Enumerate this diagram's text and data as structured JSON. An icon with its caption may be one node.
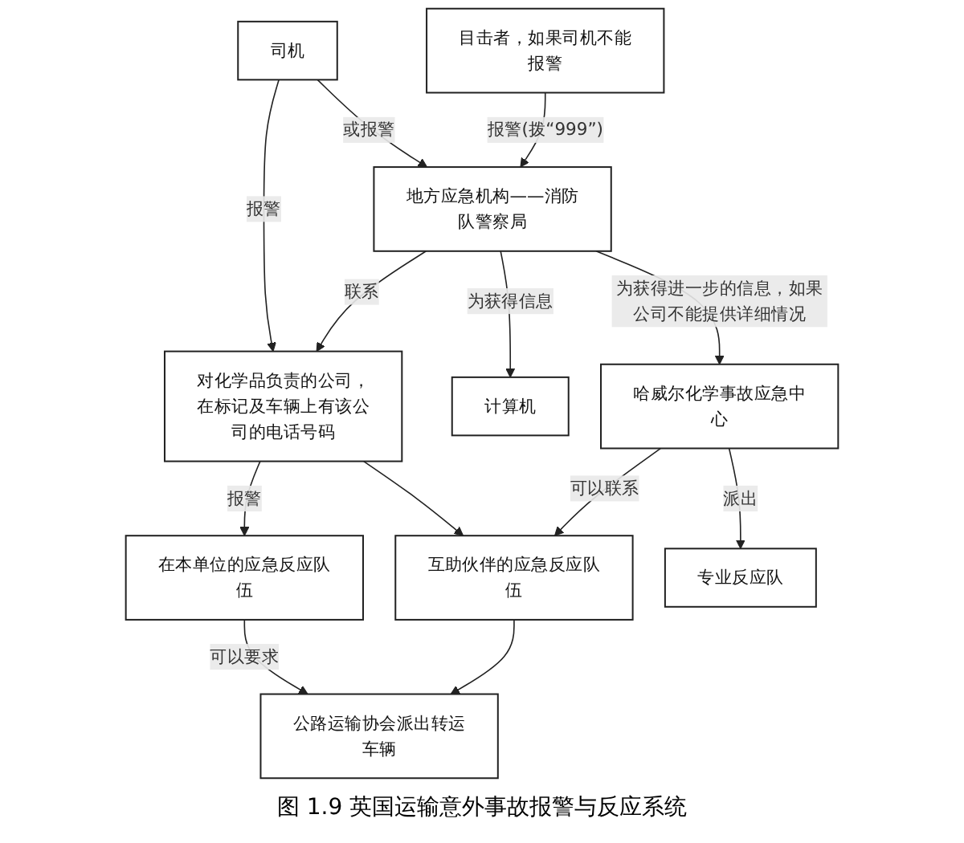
{
  "diagram": {
    "caption": "图 1.9 英国运输意外事故报警与反应系统",
    "nodes": [
      {
        "text": [
          "司机"
        ]
      },
      {
        "text": [
          "目击者，如果司机不能报警"
        ]
      },
      {
        "text": [
          "对化学品负责的公司，在标记及车辆上有该公司的电话号码"
        ]
      },
      {
        "text": [
          "地方应急机构——消防队警察局"
        ]
      },
      {
        "text": [
          "计算机"
        ]
      },
      {
        "text": [
          "在本单位的应急反应队伍"
        ]
      },
      {
        "text": [
          "互助伙伴的应急反应队伍"
        ]
      },
      {
        "text": [
          "公路运输协会派出转运车辆"
        ]
      },
      {
        "text": [
          "哈威尔化学事故应急中心"
        ]
      },
      {
        "text": [
          "专业反应队"
        ]
      }
    ],
    "edges": [
      {
        "from": 0,
        "to": 2,
        "arrow": "to",
        "label": "报警"
      },
      {
        "from": 0,
        "to": 3,
        "arrow": "to",
        "label": "或报警"
      },
      {
        "from": 1,
        "to": 3,
        "arrow": "to",
        "label": "报警(拨“999”)"
      },
      {
        "from": 3,
        "to": 4,
        "arrow": "to",
        "label": "为获得信息"
      },
      {
        "from": 3,
        "to": 2,
        "arrow": "to",
        "label": "联系"
      },
      {
        "from": 2,
        "to": 6,
        "arrow": "to"
      },
      {
        "from": 2,
        "to": 5,
        "arrow": "to",
        "label": "报警"
      },
      {
        "from": 3,
        "to": 8,
        "arrow": "to",
        "label": "为获得进一步的信息，如果公司不能提供详细情况"
      },
      {
        "from": 5,
        "to": 7,
        "arrow": "to",
        "label": "可以要求"
      },
      {
        "from": 6,
        "to": 7,
        "arrow": "to"
      },
      {
        "from": 8,
        "to": 6,
        "arrow": "to",
        "label": "可以联系"
      },
      {
        "from": 8,
        "to": 9,
        "arrow": "to",
        "label": "派出"
      }
    ]
  }
}
